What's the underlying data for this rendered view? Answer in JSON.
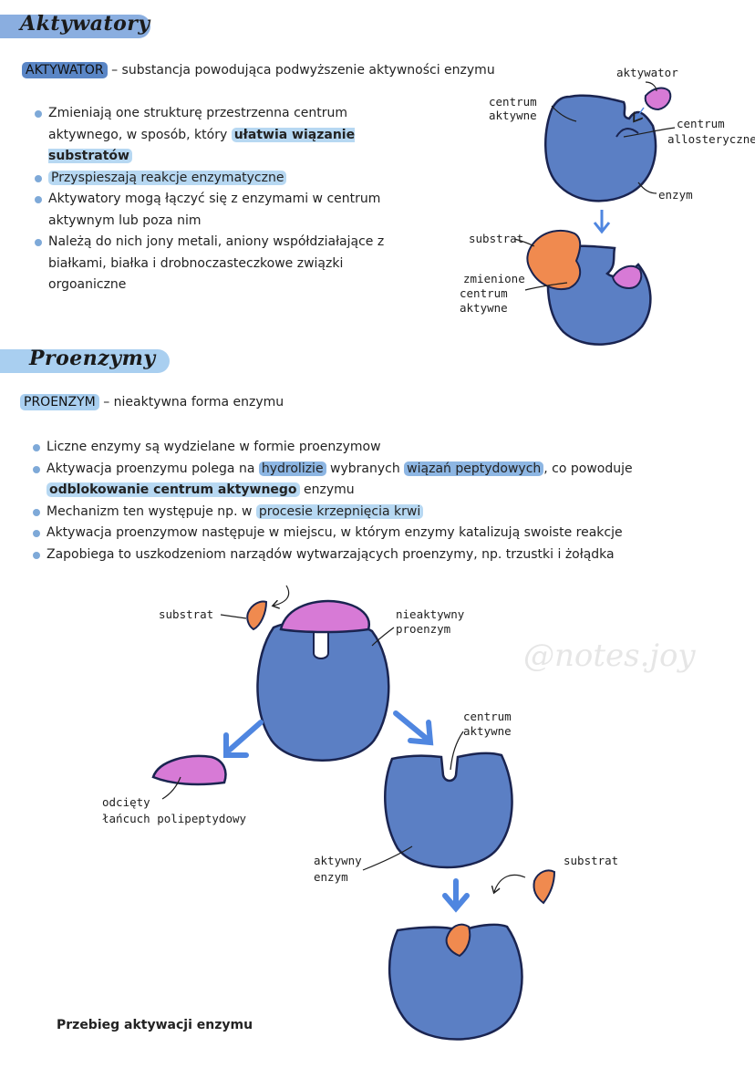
{
  "section1": {
    "title": "Aktywatory",
    "term": "AKTYWATOR",
    "definition": "– substancja powodująca podwyższenie aktywności enzymu",
    "bullets": {
      "b1_pre": "Zmieniają one strukturę przestrzenna centrum aktywnego, w sposób, który",
      "b1_hl": "ułatwia wiązanie substratów",
      "b2": "Przyspieszają reakcje enzymatyczne",
      "b3": "Aktywatory mogą łączyć się z enzymami w centrum aktywnym lub poza nim",
      "b4": "Należą do nich jony metali, aniony współdziałające z białkami, białka i drobnoczasteczkowe związki orgoaniczne"
    },
    "diagram": {
      "activator": "aktywator",
      "active_site": "centrum aktywne",
      "allosteric_l1": "centrum",
      "allosteric_l2": "allosteryczne",
      "enzyme": "enzym",
      "substrate": "substrat",
      "changed_l1": "zmienione",
      "changed_l2": "centrum",
      "changed_l3": "aktywne"
    }
  },
  "section2": {
    "title": "Proenzymy",
    "term": "PROENZYM",
    "definition": "– nieaktywna forma enzymu",
    "bullets": {
      "b1": "Liczne enzymy są wydzielane w formie proenzymow",
      "b2_pre": "Aktywacja proenzymu polega na",
      "b2_hl1": "hydrolizie",
      "b2_mid": "wybranych",
      "b2_hl2": "wiązań peptydowych",
      "b2_post": ", co powoduje",
      "b2_hl3": "odblokowanie centrum aktywnego",
      "b2_end": "enzymu",
      "b3_pre": "Mechanizm ten występuje np. w",
      "b3_hl": "procesie krzepnięcia krwi",
      "b4": "Aktywacja proenzymow następuje w miejscu, w którym enzymy katalizują swoiste reakcje",
      "b5": "Zapobiega to uszkodzeniom narządów wytwarzających proenzymy, np. trzustki i żołądka"
    },
    "diagram": {
      "substrate_top": "substrat",
      "inactive_l1": "nieaktywny",
      "inactive_l2": "proenzym",
      "active_site_l1": "centrum",
      "active_site_l2": "aktywne",
      "cut_l1": "odcięty",
      "cut_l2": "łańcuch polipeptydowy",
      "active_enzyme_l1": "aktywny",
      "active_enzyme_l2": "enzym",
      "substrate_bottom": "substrat"
    },
    "caption": "Przebieg aktywacji enzymu"
  },
  "watermark": "@notes.joy",
  "colors": {
    "enzyme": "#5b7fc4",
    "outline": "#1a2450",
    "substrate": "#f08a4f",
    "activator": "#d77ad6",
    "arrow": "#4f86e0",
    "highlight_light": "#b7d8f2",
    "highlight_dark": "#8db6e3"
  }
}
